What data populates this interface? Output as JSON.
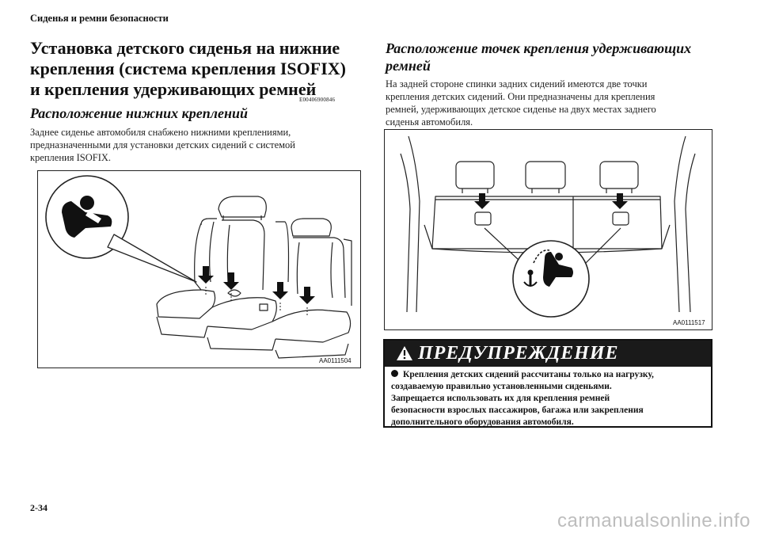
{
  "running_head": "Сиденья и ремни безопасности",
  "title_lines": [
    "Установка детского сиденья на нижние",
    "крепления (система крепления ISOFIX)",
    "и крепления удерживающих ремней"
  ],
  "doc_code": "E00406900846",
  "left_section": {
    "heading": "Расположение нижних креплений",
    "lines": [
      "Заднее сиденье автомобиля снабжено нижними креплениями,",
      "предназначенными для установки детских сидений с системой",
      "крепления ISOFIX."
    ],
    "figure_code": "AA0111504"
  },
  "right_section": {
    "heading_lines": [
      "Расположение точек крепления удерживающих",
      "ремней"
    ],
    "lines": [
      "На задней стороне спинки задних сидений имеются две точки",
      "крепления детских сидений. Они предназначены для крепления",
      "ремней, удерживающих детское сиденье на двух местах заднего",
      "сиденья автомобиля."
    ],
    "figure_code": "AA0111517"
  },
  "warning": {
    "title": "ПРЕДУПРЕЖДЕНИЕ",
    "lines": [
      "Крепления детских сидений рассчитаны только на нагрузку,",
      "создаваемую правильно установленными сиденьями.",
      "Запрещается использовать их для крепления ремней",
      "безопасности взрослых пассажиров, багажа или закрепления",
      "дополнительного оборудования автомобиля."
    ]
  },
  "page_number": "2-34",
  "watermark": "carmanualsonline.info"
}
